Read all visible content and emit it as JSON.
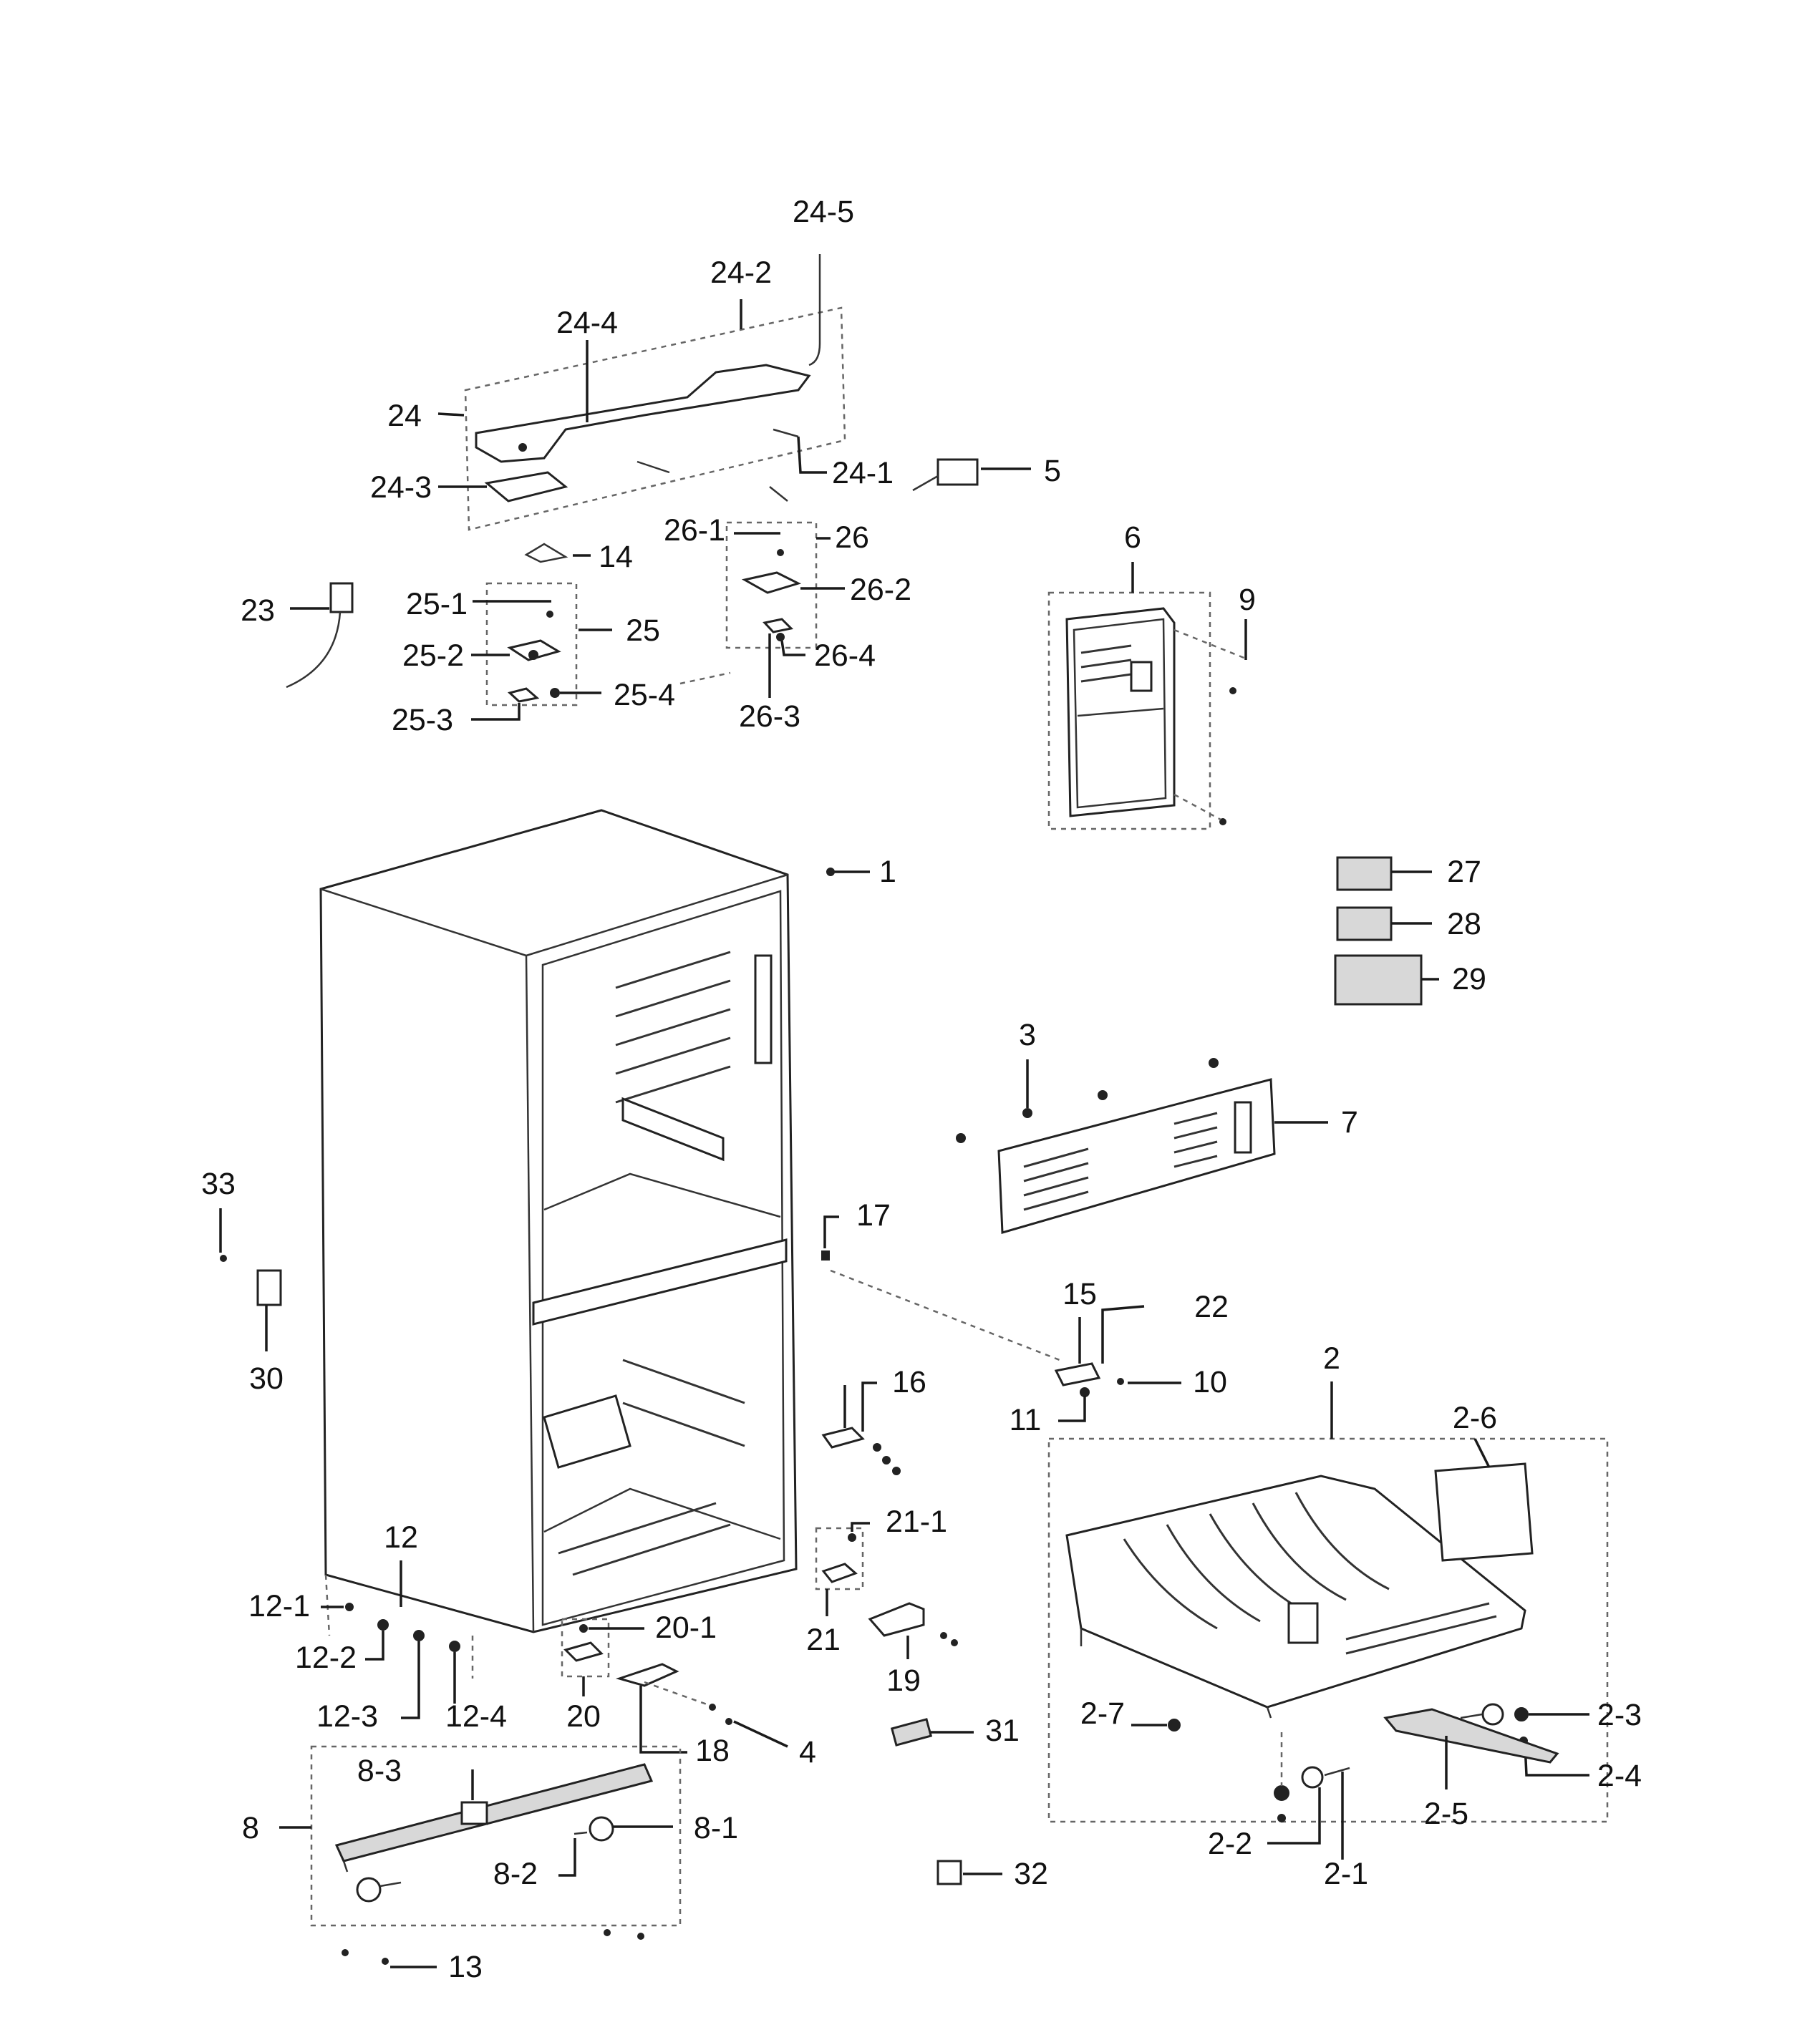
{
  "labels": {
    "p1": "1",
    "p2": "2",
    "p2_1": "2-1",
    "p2_2": "2-2",
    "p2_3": "2-3",
    "p2_4": "2-4",
    "p2_5": "2-5",
    "p2_6": "2-6",
    "p2_7": "2-7",
    "p3": "3",
    "p4": "4",
    "p5": "5",
    "p6": "6",
    "p7": "7",
    "p8": "8",
    "p8_1": "8-1",
    "p8_2": "8-2",
    "p8_3": "8-3",
    "p9": "9",
    "p10": "10",
    "p11": "11",
    "p12": "12",
    "p12_1": "12-1",
    "p12_2": "12-2",
    "p12_3": "12-3",
    "p12_4": "12-4",
    "p13": "13",
    "p14": "14",
    "p15": "15",
    "p16": "16",
    "p17": "17",
    "p18": "18",
    "p19": "19",
    "p20": "20",
    "p20_1": "20-1",
    "p21": "21",
    "p21_1": "21-1",
    "p22": "22",
    "p23": "23",
    "p24": "24",
    "p24_1": "24-1",
    "p24_2": "24-2",
    "p24_3": "24-3",
    "p24_4": "24-4",
    "p24_5": "24-5",
    "p25": "25",
    "p25_1": "25-1",
    "p25_2": "25-2",
    "p25_3": "25-3",
    "p25_4": "25-4",
    "p26": "26",
    "p26_1": "26-1",
    "p26_2": "26-2",
    "p26_3": "26-3",
    "p26_4": "26-4",
    "p27": "27",
    "p28": "28",
    "p29": "29",
    "p30": "30",
    "p31": "31",
    "p32": "32",
    "p33": "33"
  }
}
